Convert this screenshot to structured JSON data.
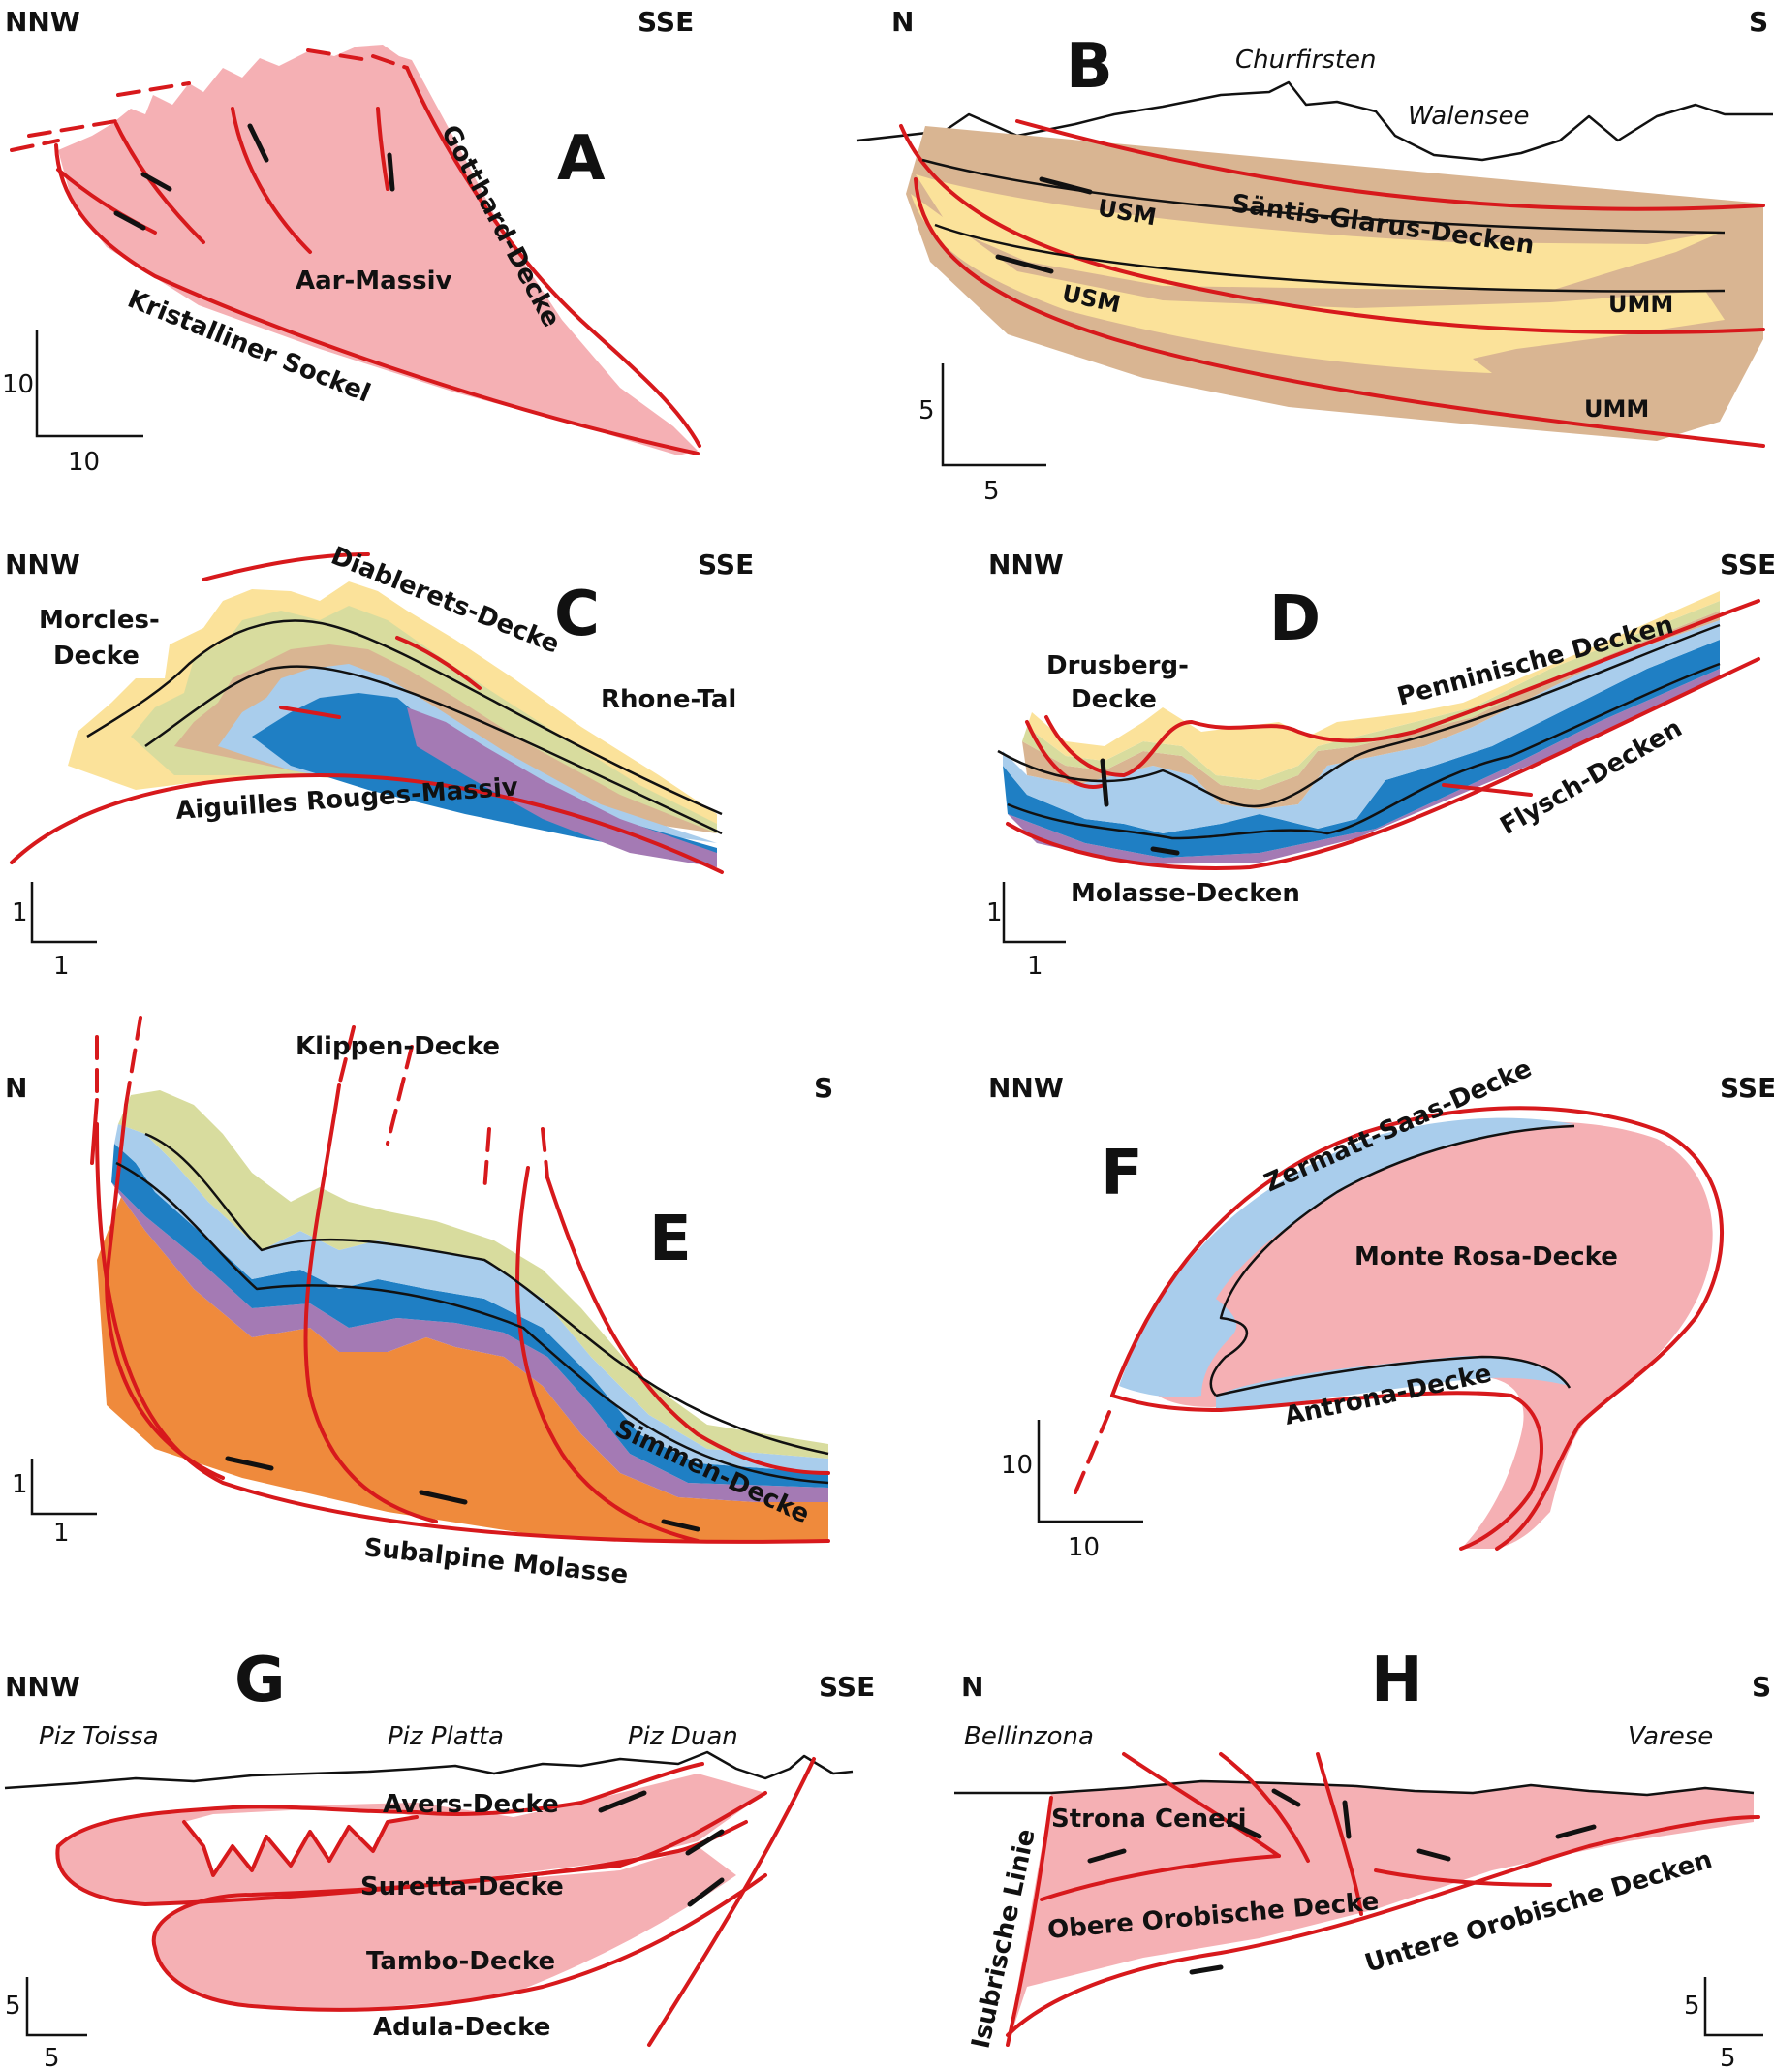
{
  "colors": {
    "fault": "#d7191c",
    "crystalline": "#f5b0b4",
    "molasse_yellow": "#fbe29a",
    "molasse_brown": "#d9b592",
    "green": "#d8dc9e",
    "tan": "#d9b592",
    "light_blue": "#a9cdec",
    "blue": "#1f7fc4",
    "purple": "#a47ab4",
    "orange": "#ef8a3c",
    "pale_yellow": "#fbe29a"
  },
  "panels": {
    "A": {
      "letter": "A",
      "dir_left": "NNW",
      "dir_right": "SSE",
      "labels": {
        "massif": "Aar-Massiv",
        "sockel": "Kristalliner Sockel",
        "gotthard": "Gotthard-Decke"
      },
      "scale": {
        "v": "10",
        "h": "10"
      }
    },
    "B": {
      "letter": "B",
      "dir_left": "N",
      "dir_right": "S",
      "labels": {
        "peak1": "Churfirsten",
        "peak2": "Walensee",
        "decken": "Säntis-Glarus-Decken",
        "usm1": "USM",
        "usm2": "USM",
        "umm1": "UMM",
        "umm2": "UMM"
      },
      "scale": {
        "v": "5",
        "h": "5"
      }
    },
    "C": {
      "letter": "C",
      "dir_left": "NNW",
      "dir_right": "SSE",
      "labels": {
        "morcles1": "Morcles-",
        "morcles2": "Decke",
        "diablerets": "Diablerets-Decke",
        "rhone": "Rhone-Tal",
        "aiguilles": "Aiguilles Rouges-Massiv"
      },
      "scale": {
        "v": "1",
        "h": "1"
      }
    },
    "D": {
      "letter": "D",
      "dir_left": "NNW",
      "dir_right": "SSE",
      "labels": {
        "drusberg1": "Drusberg-",
        "drusberg2": "Decke",
        "penninische": "Penninische Decken",
        "flysch": "Flysch-Decken",
        "molasse": "Molasse-Decken"
      },
      "scale": {
        "v": "1",
        "h": "1"
      }
    },
    "E": {
      "letter": "E",
      "dir_left": "N",
      "dir_right": "S",
      "labels": {
        "klippen": "Klippen-Decke",
        "simmen": "Simmen-Decke",
        "subalpine": "Subalpine Molasse"
      },
      "scale": {
        "v": "1",
        "h": "1"
      }
    },
    "F": {
      "letter": "F",
      "dir_left": "NNW",
      "dir_right": "SSE",
      "labels": {
        "zermatt": "Zermatt-Saas-Decke",
        "monterosa": "Monte Rosa-Decke",
        "antrona": "Antrona-Decke"
      },
      "scale": {
        "v": "10",
        "h": "10"
      }
    },
    "G": {
      "letter": "G",
      "dir_left": "NNW",
      "dir_right": "SSE",
      "labels": {
        "peak1": "Piz Toissa",
        "peak2": "Piz Platta",
        "peak3": "Piz Duan",
        "avers": "Avers-Decke",
        "suretta": "Suretta-Decke",
        "tambo": "Tambo-Decke",
        "adula": "Adula-Decke"
      },
      "scale": {
        "v": "5",
        "h": "5"
      }
    },
    "H": {
      "letter": "H",
      "dir_left": "N",
      "dir_right": "S",
      "labels": {
        "place1": "Bellinzona",
        "place2": "Varese",
        "strona": "Strona Ceneri",
        "obere": "Obere Orobische Decke",
        "untere": "Untere Orobische Decken",
        "isubrische": "Isubrische Linie"
      },
      "scale": {
        "v": "5",
        "h": "5"
      }
    }
  }
}
